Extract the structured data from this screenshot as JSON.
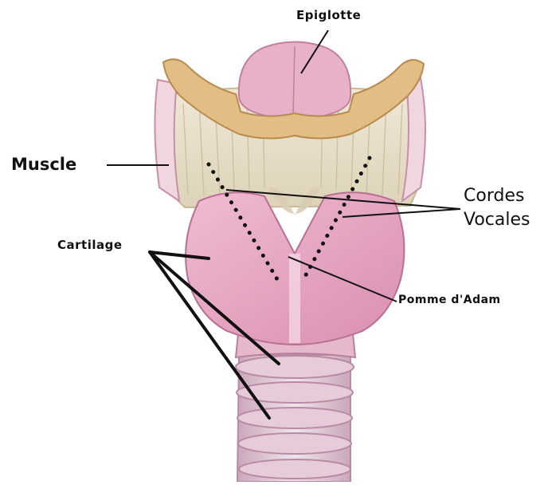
{
  "labels": {
    "epiglotte": "Epiglotte",
    "muscle": "Muscle",
    "cordes_line1": "Cordes",
    "cordes_line2": "Vocales",
    "cartilage": "Cartilage",
    "pomme": "Pomme d'Adam"
  },
  "colors": {
    "cartilage_pink": "#e9a9c3",
    "cartilage_shade": "#c87ca0",
    "hyoid_bone": "#e2bd84",
    "muscle_fiber": "#e5dcc4",
    "trachea_ring": "#dcc6d4",
    "line": "#111111"
  }
}
